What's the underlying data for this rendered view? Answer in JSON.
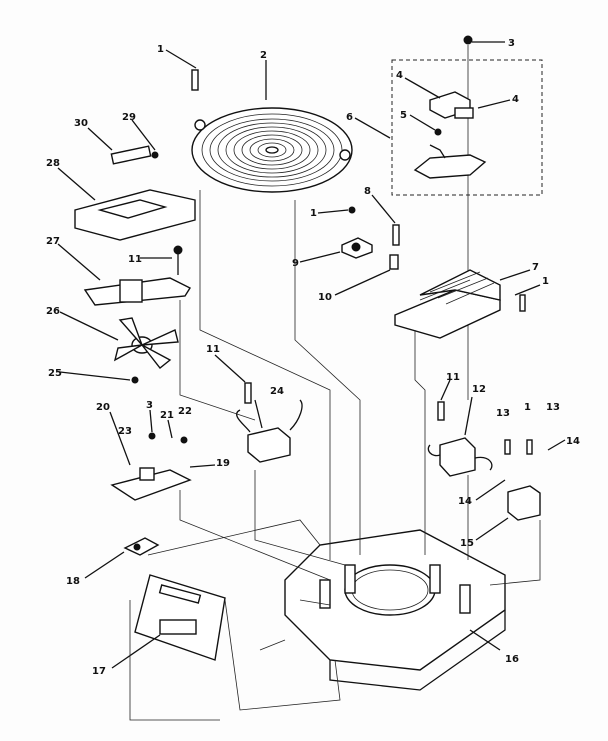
{
  "callouts": {
    "c1a": "1",
    "c2": "2",
    "c3a": "3",
    "c4a": "4",
    "c4b": "4",
    "c5": "5",
    "c6": "6",
    "c30": "30",
    "c29": "29",
    "c28": "28",
    "c8": "8",
    "c1b": "1",
    "c9": "9",
    "c10": "10",
    "c7": "7",
    "c1c": "1",
    "c27": "27",
    "c11a": "11",
    "c26": "26",
    "c25": "25",
    "c11b": "11",
    "c24": "24",
    "c11c": "11",
    "c12": "12",
    "c20": "20",
    "c3b": "3",
    "c21": "21",
    "c22": "22",
    "c23": "23",
    "c19": "19",
    "c13a": "13",
    "c1d": "1",
    "c13b": "13",
    "c14": "14",
    "c14b": "14",
    "c15": "15",
    "c18": "18",
    "c17": "17",
    "c16": "16"
  }
}
